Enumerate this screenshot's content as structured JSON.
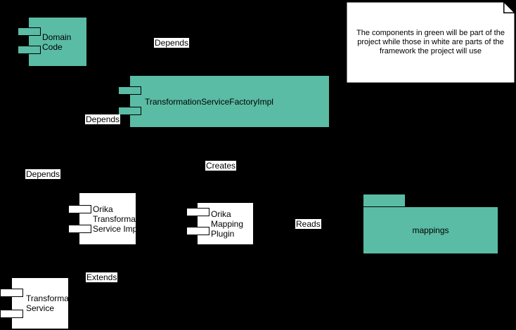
{
  "colors": {
    "background": "#000000",
    "project_component_fill": "#5ABCA5",
    "framework_component_fill": "#ffffff",
    "shape_border": "#000000",
    "text": "#000000",
    "edge_label_background": "#ffffff"
  },
  "note": {
    "text": "The components in green will be part of the\nproject while those in white are parts of the\nframework the project will use"
  },
  "components": {
    "domain_code": {
      "label": "Domain\nCode"
    },
    "factory": {
      "label": "TransformationServiceFactoryImpl"
    },
    "orika_service": {
      "label": "Orika\nTransformation\nService Impl"
    },
    "orika_plugin": {
      "label": "Orika\nMapping\nPlugin"
    },
    "transformation_service": {
      "label": "Transformation\nService"
    },
    "mappings": {
      "label": "mappings"
    }
  },
  "edge_labels": {
    "depends_top": "Depends",
    "depends_mid": "Depends",
    "depends_low": "Depends",
    "creates": "Creates",
    "reads": "Reads",
    "extends": "Extends"
  }
}
